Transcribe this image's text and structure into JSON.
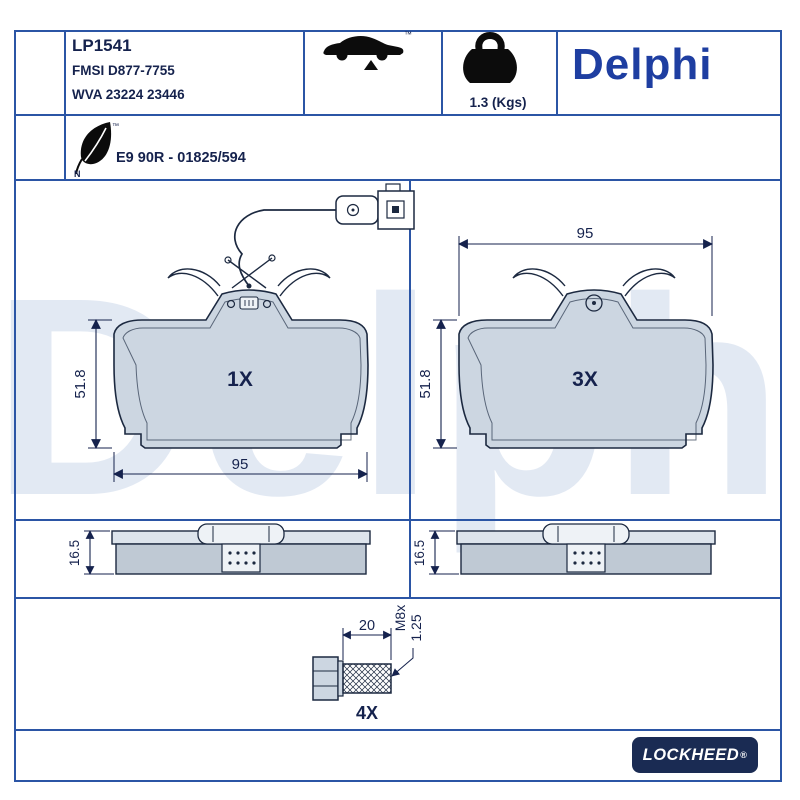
{
  "header": {
    "part_number": "LP1541",
    "fmsi": "FMSI D877-7755",
    "wva": "WVA 23224 23446",
    "weight": "1.3 (Kgs)",
    "brand": "Delphi",
    "approval": "E9 90R - 01825/594",
    "trademark": "™",
    "leafmark_letter": "N"
  },
  "icons": {
    "car": "car-silhouette",
    "axle": "rear-axle-triangle",
    "weight": "kettlebell",
    "eco": "leafmark-leaf",
    "sensor": "wear-sensor-connector"
  },
  "drawings": {
    "front_left": {
      "label": "1X",
      "width": "95",
      "height": "51.8"
    },
    "front_right": {
      "label": "3X",
      "width": "95",
      "height": "51.8"
    },
    "side_left": {
      "thickness": "16.5"
    },
    "side_right": {
      "thickness": "16.5"
    },
    "bolt": {
      "label": "4X",
      "length": "20",
      "thread": "M8x",
      "pitch": "1.25"
    }
  },
  "watermark": "Delphi",
  "footer": {
    "logo": "LOCKHEED",
    "registered": "®"
  },
  "colors": {
    "frame_blue": "#2b55a5",
    "ink": "#1c2940",
    "brand_blue": "#1e3ea1",
    "badge_navy": "#1a2b53",
    "pad_fill": "#ccd6e1",
    "friction_fill": "#bfc9d4",
    "watermark_blue": "#2a5cab"
  }
}
